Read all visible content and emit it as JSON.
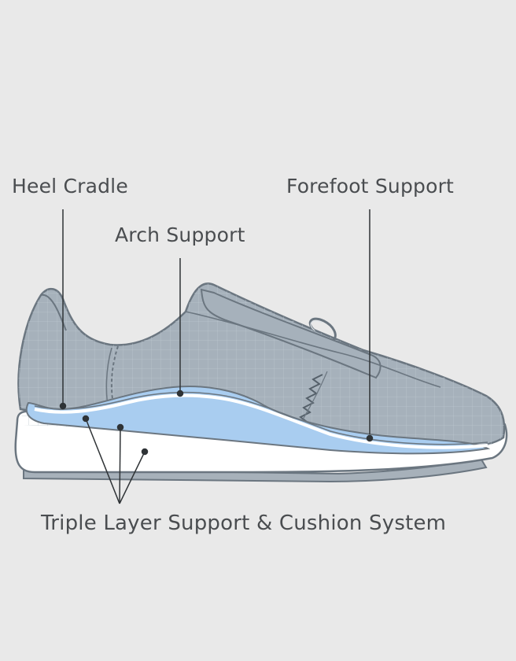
{
  "labels": {
    "heel_cradle": "Heel Cradle",
    "forefoot_support": "Forefoot Support",
    "arch_support": "Arch Support",
    "triple_layer": "Triple Layer Support & Cushion System"
  },
  "colors": {
    "background": "#e9e9e9",
    "upper": "#a6b1bb",
    "outline": "#6b7680",
    "grid": "#b9c3cc",
    "insole_blue": "#a9cdf0",
    "midsole": "#ffffff",
    "outsole": "#a7b1ba",
    "text": "#4a4d50"
  }
}
